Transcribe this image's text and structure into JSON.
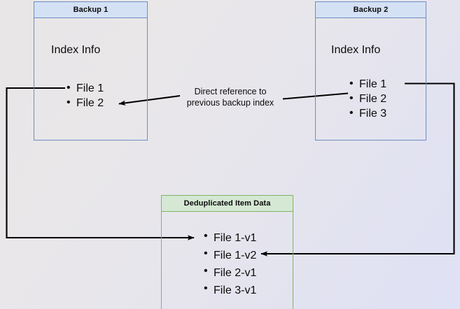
{
  "diagram": {
    "title": "Backup deduplication reference diagram",
    "background_from": "#e8e6e6",
    "background_to": "#dfe1f4",
    "blue_stroke": "#6c8ebf",
    "blue_fill": "#d4e1f5",
    "green_stroke": "#82b366",
    "green_fill": "#d5e8d4",
    "connector_color": "#000000"
  },
  "nodes": {
    "backup1": {
      "header": "Backup 1",
      "section_label": "Index Info",
      "items": [
        "File 1",
        "File 2"
      ]
    },
    "backup2": {
      "header": "Backup 2",
      "section_label": "Index Info",
      "items": [
        "File 1",
        "File 2",
        "File 3"
      ]
    },
    "dedup": {
      "header": "Deduplicated Item Data",
      "items": [
        "File 1-v1",
        "File 1-v2",
        "File 2-v1",
        "File 3-v1"
      ]
    }
  },
  "annotations": {
    "direct_reference": "Direct reference to\nprevious backup index"
  },
  "connectors": [
    {
      "name": "backup1-file1-to-dedup-file1v1",
      "from": "Backup 1 / File 1",
      "to": "Deduplicated Item Data / File 1-v1",
      "arrowhead": "end"
    },
    {
      "name": "backup2-file1-to-dedup-file1v2",
      "from": "Backup 2 / File 1",
      "to": "Deduplicated Item Data / File 1-v2",
      "arrowhead": "end"
    },
    {
      "name": "backup2-index-to-backup1-file2",
      "from": "Backup 2 / File 2",
      "to": "Backup 1 / File 2",
      "arrowhead": "end"
    }
  ]
}
